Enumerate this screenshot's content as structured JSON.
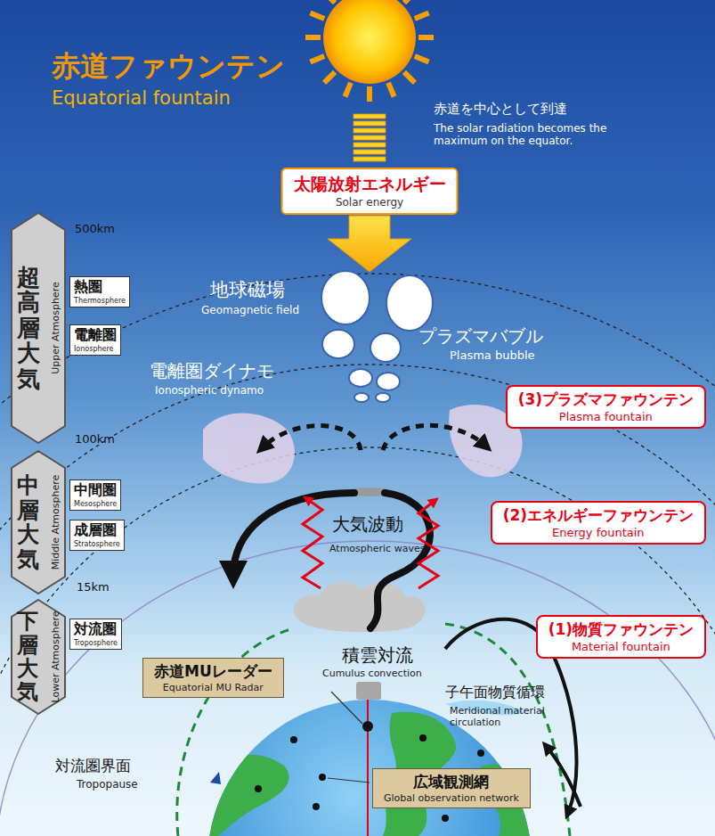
{
  "diagram": {
    "title": "赤道ファウンテン",
    "nodes": [
      {
        "text": [
          "太陽放射エネルギー",
          "Solar energy"
        ]
      },
      {
        "text": [
          "超高層大気",
          "Upper Atmosphere"
        ]
      },
      {
        "text": [
          "熱圏",
          "Thermosphere"
        ],
        "in": 1
      },
      {
        "text": [
          "電離圏",
          "Ionosphere"
        ],
        "in": 1
      },
      {
        "text": [
          "中層大気",
          "Middle Atmosphere"
        ]
      },
      {
        "text": [
          "中間圏",
          "Mesosphere"
        ],
        "in": 4
      },
      {
        "text": [
          "成層圏",
          "Stratosphere"
        ],
        "in": 4
      },
      {
        "text": [
          "下層大気",
          "Lower Atmosphere"
        ]
      },
      {
        "text": [
          "対流圏",
          "Troposphere"
        ],
        "in": 7
      },
      {
        "text": [
          "(3)プラズマファウンテン",
          "Plasma fountain"
        ]
      },
      {
        "text": [
          "(2)エネルギーファウンテン",
          "Energy fountain"
        ]
      },
      {
        "text": [
          "(1)物質ファウンテン",
          "Material fountain"
        ]
      },
      {
        "text": [
          "赤道MUレーダー",
          "Equatorial MU Radar"
        ]
      },
      {
        "text": [
          "広域観測網",
          "Global observation network"
        ]
      }
    ],
    "labels": [
      "Equatorial fountain",
      "赤道を中心として到達",
      "The solar radiation becomes the maximum on the equator.",
      "500km",
      "100km",
      "15km",
      "地球磁場",
      "Geomagnetic field",
      "プラズマバブル",
      "Plasma bubble",
      "電離圏ダイナモ",
      "Ionospheric dynamo",
      "大気波動",
      "Atmospheric waves",
      "積雲対流",
      "Cumulus convection",
      "子午面物質循環",
      "Meridional material circulation",
      "対流圏界面",
      "Tropopause"
    ]
  }
}
